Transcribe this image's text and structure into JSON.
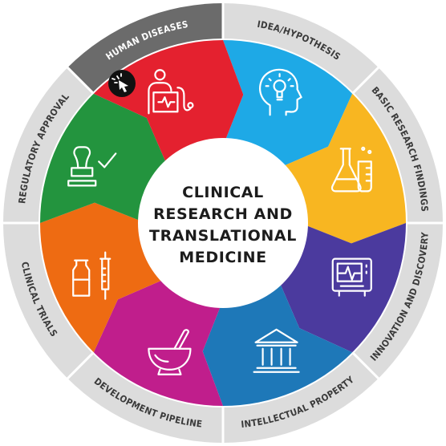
{
  "title_lines": [
    "CLINICAL",
    "RESEARCH AND",
    "TRANSLATIONAL",
    "MEDICINE"
  ],
  "segments": [
    {
      "label": "IDEA/HYPOTHESIS",
      "color": "#1ea9e6",
      "icon": "head-lightbulb-icon"
    },
    {
      "label": "BASIC RESEARCH FINDINGS",
      "color": "#f8b621",
      "icon": "flask-beaker-icon"
    },
    {
      "label": "INNOVATION AND DISCOVERY",
      "color": "#4b3a9e",
      "icon": "monitor-heartbeat-icon"
    },
    {
      "label": "INTELLECTUAL PROPERTY",
      "color": "#1e78b8",
      "icon": "building-columns-icon"
    },
    {
      "label": "DEVELOPMENT PIPELINE",
      "color": "#c01e8c",
      "icon": "mortar-pestle-icon"
    },
    {
      "label": "CLINICAL TRIALS",
      "color": "#ee6b12",
      "icon": "vial-syringe-icon"
    },
    {
      "label": "REGULATORY APPROVAL",
      "color": "#23943e",
      "icon": "stamp-check-icon"
    },
    {
      "label": "HUMAN DISEASES",
      "color": "#e4212f",
      "icon": "doctor-stethoscope-icon"
    }
  ],
  "colors": {
    "ring_gray": "#dcdcdc",
    "ring_dark": "#6b6b6b",
    "separator": "#ffffff",
    "hub": "#ffffff",
    "title_text": "#1c1c1c"
  },
  "highlighted_segment": "HUMAN DISEASES",
  "cursor_icon": "mouse-click-icon"
}
